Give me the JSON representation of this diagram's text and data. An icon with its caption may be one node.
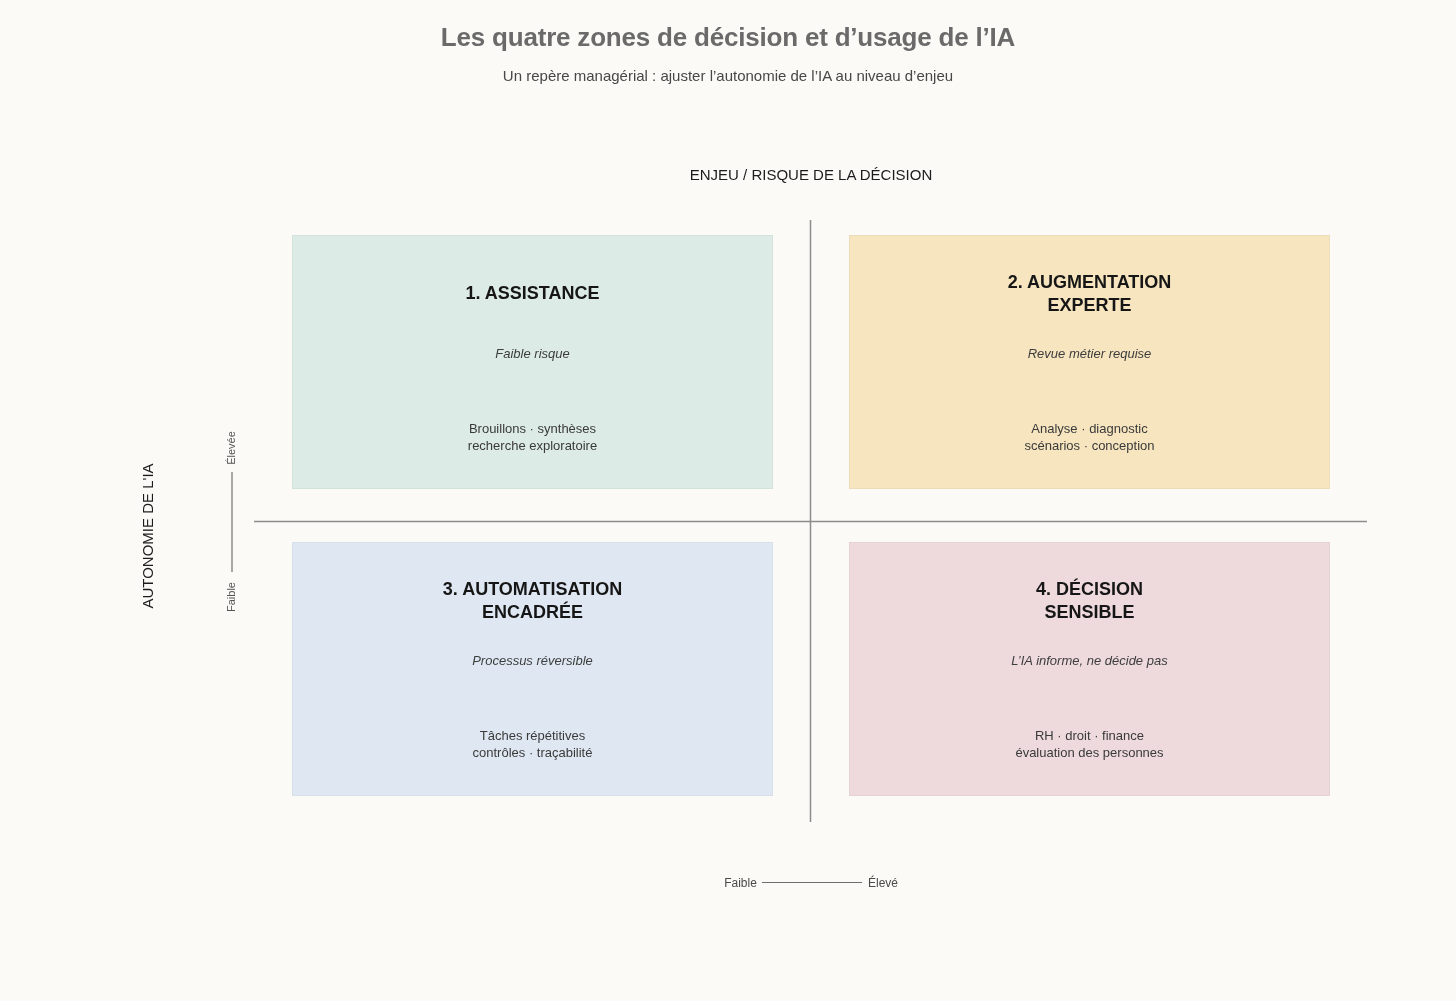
{
  "diagram": {
    "title": "Les quatre zones de décision et d’usage de l’IA",
    "nodes": [
      {
        "text": [
          "1. ASSISTANCE",
          "Faible risque",
          "Brouillons · synthèses recherche exploratoire"
        ]
      },
      {
        "text": [
          "2. AUGMENTATION EXPERTE",
          "Revue métier requise",
          "Analyse · diagnostic scénarios · conception"
        ]
      },
      {
        "text": [
          "3. AUTOMATISATION ENCADRÉE",
          "Processus réversible",
          "Tâches répétitives contrôles · traçabilité"
        ]
      },
      {
        "text": [
          "4. DÉCISION SENSIBLE",
          "L’IA informe, ne décide pas",
          "RH · droit · finance évaluation des personnes"
        ]
      }
    ],
    "labels": [
      "Un repère managérial : ajuster l’autonomie de l’IA au niveau d’enjeu",
      "ENJEU / RISQUE DE LA DÉCISION",
      "AUTONOMIE DE L'IA",
      "Élevée",
      "Faible",
      "Faible",
      "Élevé"
    ]
  }
}
